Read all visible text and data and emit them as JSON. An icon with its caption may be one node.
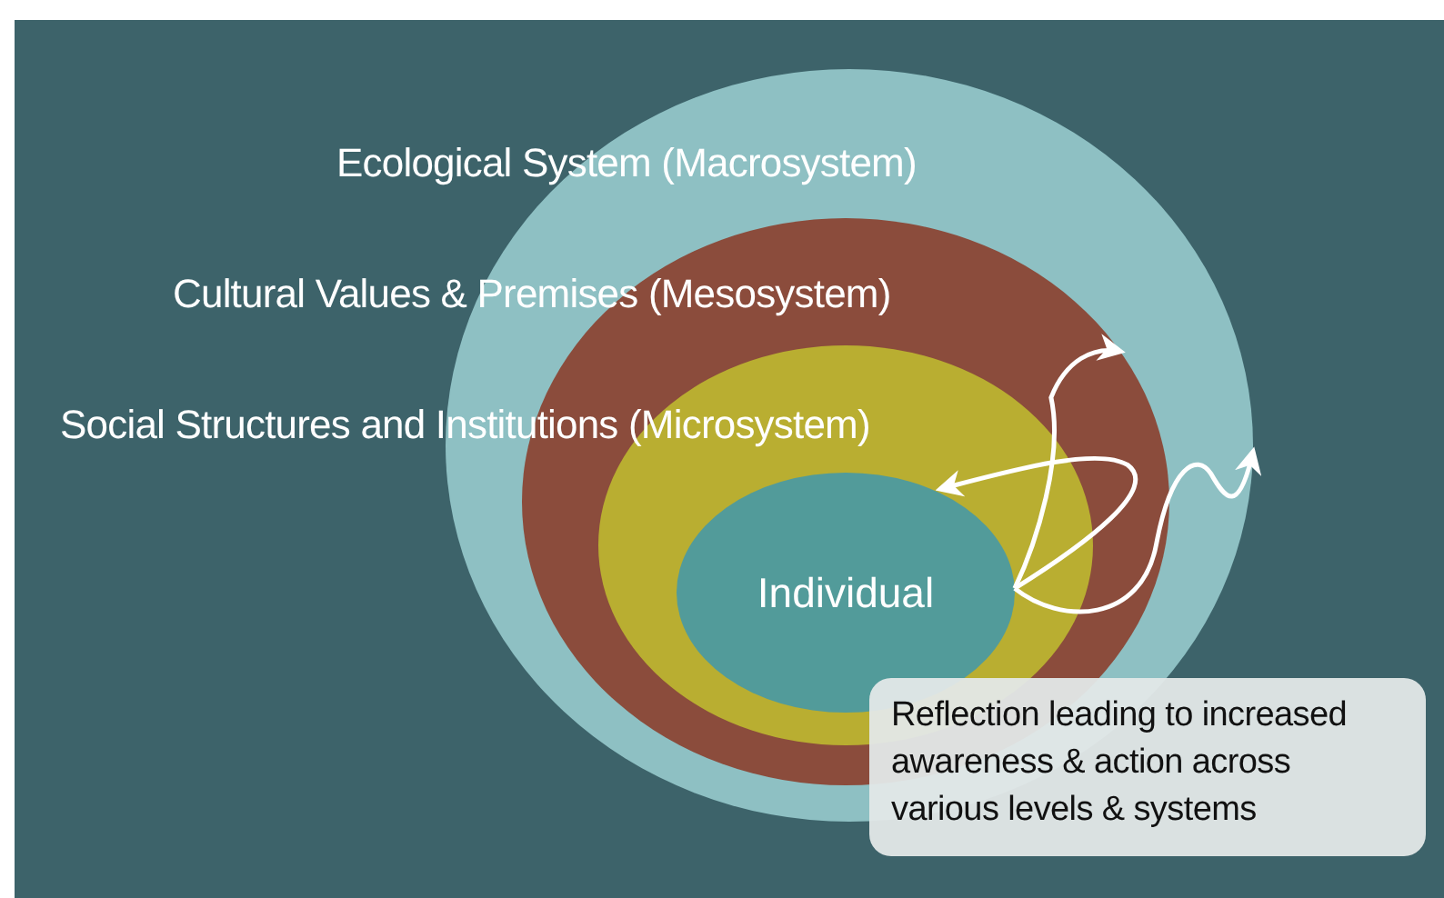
{
  "diagram": {
    "nodes": [
      {
        "text": [
          "Ecological System (Macrosystem)"
        ]
      },
      {
        "text": [
          "Cultural Values & Premises (Mesosystem)"
        ],
        "in": 0
      },
      {
        "text": [
          "Social Structures and Institutions (Microsystem)"
        ],
        "in": 1
      },
      {
        "text": [
          "Individual"
        ],
        "in": 2
      },
      {
        "text": [
          "Reflection leading to increased awareness & action across various levels & systems"
        ]
      }
    ],
    "edges": [
      {
        "from": 3,
        "to": 1,
        "arrow": "to"
      },
      {
        "from": 3,
        "to": 3,
        "arrow": "to"
      },
      {
        "from": 3,
        "to": 0,
        "arrow": "to"
      }
    ]
  }
}
